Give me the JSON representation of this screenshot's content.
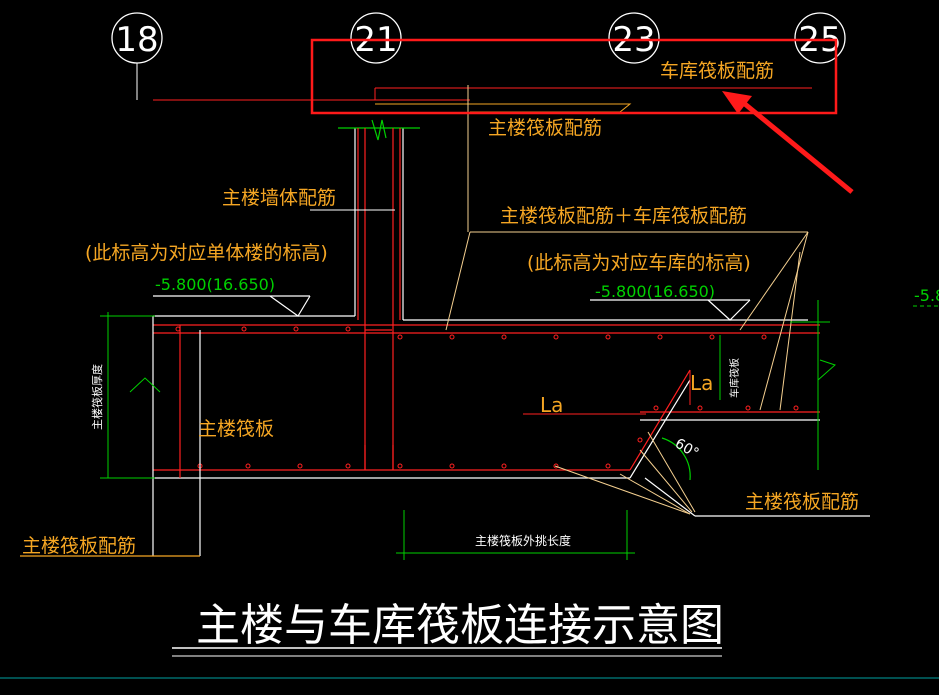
{
  "axes": [
    "18",
    "21",
    "23",
    "25"
  ],
  "labels": {
    "garage_rebar_top": "车库筏板配筋",
    "main_rebar_top": "主楼筏板配筋",
    "wall_rebar": "主楼墙体配筋",
    "combined_rebar": "主楼筏板配筋＋车库筏板配筋",
    "note_left": "(此标高为对应单体楼的标高)",
    "note_right": "(此标高为对应车库的标高)",
    "elevation_left": "-5.800(16.650)",
    "elevation_right": "-5.800(16.650)",
    "elevation_edge": "-5.8",
    "raft_thickness": "主楼筏板厚度",
    "main_raft": "主楼筏板",
    "la_left": "La",
    "la_right": "La",
    "garage_raft_thickness": "车库筏板",
    "angle": "60°",
    "main_rebar_right": "主楼筏板配筋",
    "main_rebar_left": "主楼筏板配筋",
    "overhang_length": "主楼筏板外挑长度",
    "title": "主楼与车库筏板连接示意图"
  },
  "colors": {
    "background": "#000000",
    "text": "#f5a623",
    "rebar": "#ff2020",
    "structure": "#ffffff",
    "dimension": "#00d000",
    "highlight": "#ff1a1a",
    "leader": "#f5d090"
  }
}
